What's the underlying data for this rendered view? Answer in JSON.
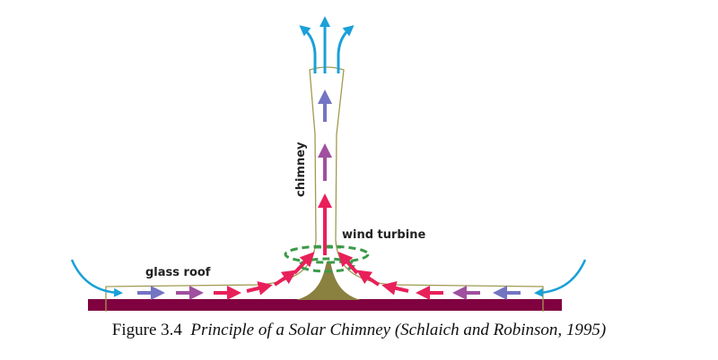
{
  "labels": {
    "chimney": "chimney",
    "wind_turbine": "wind turbine",
    "glass_roof": "glass roof"
  },
  "caption": {
    "number": "Figure 3.4",
    "title": "Principle of a Solar Chimney (Schlaich and Robinson, 1995)"
  },
  "colors": {
    "ground": "#800040",
    "mound": "#8a8040",
    "outline": "#a09a50",
    "inflow": "#1aa0d8",
    "cool": "#7474c4",
    "warm": "#a0509e",
    "hot": "#e8205a",
    "turbine": "#3a9a48"
  }
}
